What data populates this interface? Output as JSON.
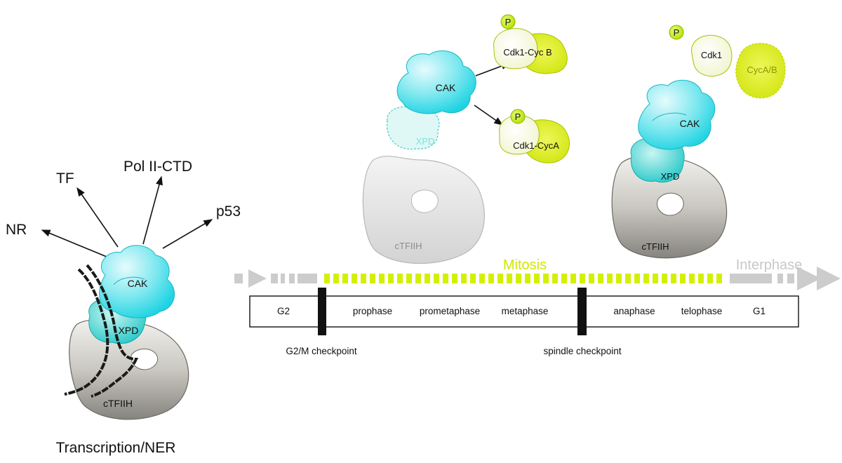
{
  "targets": {
    "nr": "NR",
    "tf": "TF",
    "pol": "Pol II-CTD",
    "p53": "p53"
  },
  "caption": "Transcription/NER",
  "complex_labels": {
    "cak": "CAK",
    "xpd": "XPD",
    "ctfiih": "cTFIIH"
  },
  "mitotic_complex": {
    "cdk1_cycb": "Cdk1-Cyc B",
    "cdk1_cyca": "Cdk1-CycA",
    "phospho": "P"
  },
  "interphase_complex": {
    "cdk1": "Cdk1",
    "cyc": "CycA/B",
    "phospho": "P"
  },
  "timeline": {
    "mitosis": "Mitosis",
    "interphase": "Interphase",
    "phases": [
      "G2",
      "prophase",
      "prometaphase",
      "metaphase",
      "anaphase",
      "telophase",
      "G1"
    ],
    "checkpoints": [
      "G2/M checkpoint",
      "spindle checkpoint"
    ]
  },
  "colors": {
    "cak": "#3fdde8",
    "xpd": "#2ccfd0",
    "tfiih": "#9d9b94",
    "tfiih_faded": "#dcdcdc",
    "cdk": "#c8e61f",
    "mitosis": "#d4f000",
    "interphase": "#cccccc"
  }
}
